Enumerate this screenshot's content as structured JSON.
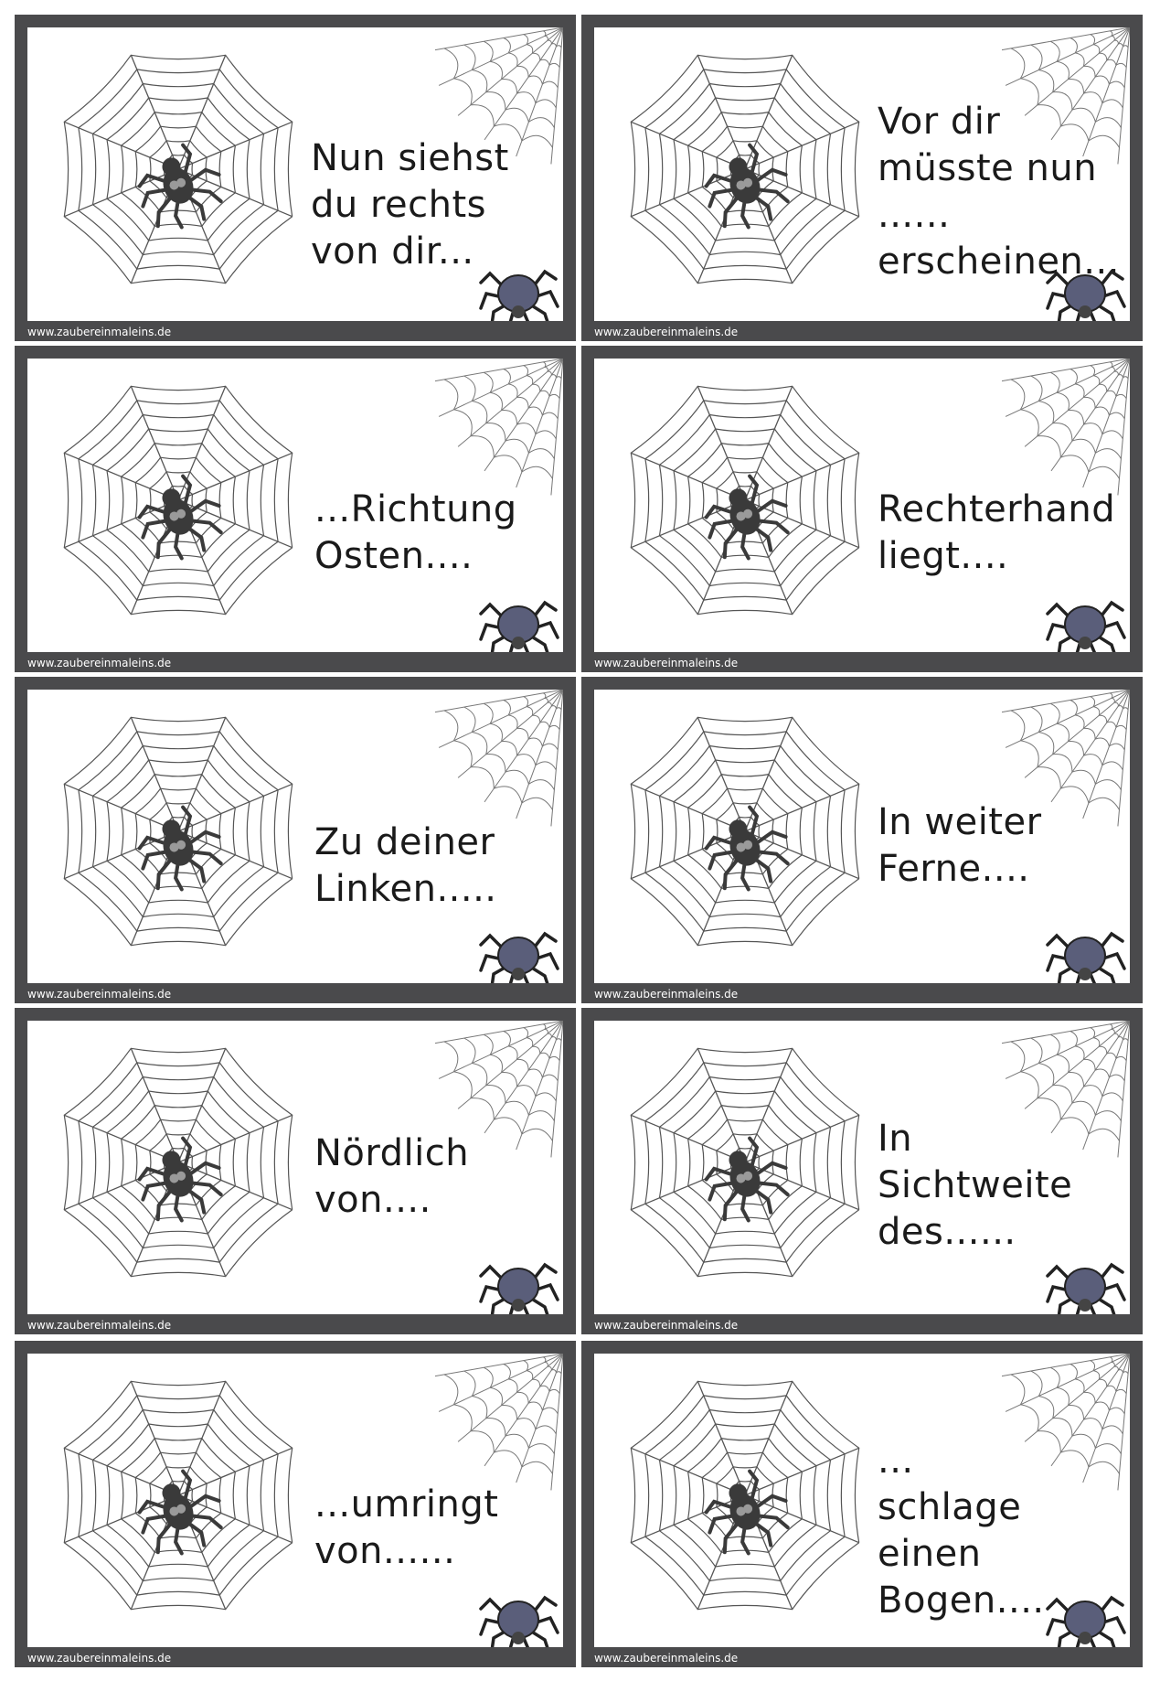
{
  "website": "www.zaubereinmaleins.de",
  "colors": {
    "frame": "#4a4a4c",
    "web_line": "#555555",
    "spider_body": "#3a3a3a",
    "big_spider": "#5a5e7a"
  },
  "icons": {
    "web": "spiderweb-icon",
    "corner": "corner-web-icon",
    "spider": "spider-icon"
  },
  "cards": [
    {
      "text": "Nun siehst\ndu rechts\nvon dir..."
    },
    {
      "text": "Vor dir\nmüsste nun\n......\nerscheinen..."
    },
    {
      "text": "...Richtung\nOsten...."
    },
    {
      "text": "Rechterhand\nliegt...."
    },
    {
      "text": "Zu deiner\nLinken....."
    },
    {
      "text": "In weiter\nFerne...."
    },
    {
      "text": "Nördlich\nvon...."
    },
    {
      "text": "In\nSichtweite\ndes......"
    },
    {
      "text": "...umringt\nvon......"
    },
    {
      "text": "...\nschlage einen\nBogen...."
    }
  ]
}
